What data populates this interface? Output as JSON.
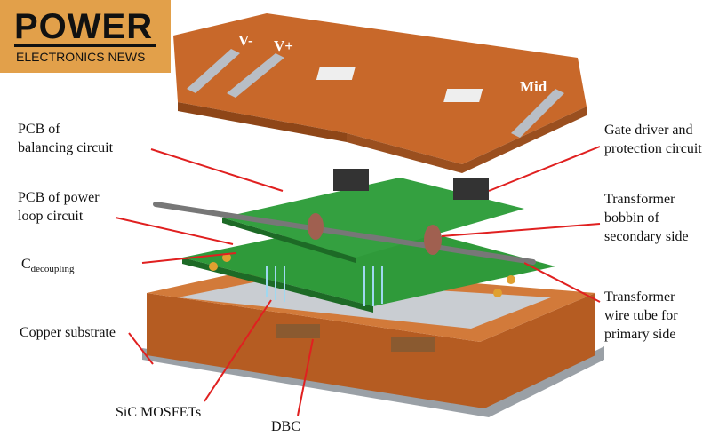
{
  "logo": {
    "line1": "POWER",
    "line2": "ELECTRONICS NEWS"
  },
  "terminals": {
    "v_minus": "V-",
    "v_plus": "V+",
    "mid": "Mid"
  },
  "labels": {
    "pcb_balancing": [
      "PCB of",
      "balancing  circuit"
    ],
    "pcb_power_loop": [
      "PCB of power",
      "loop circuit"
    ],
    "c_decoupling": {
      "main": "C",
      "sub": "decoupling"
    },
    "copper_substrate": "Copper substrate",
    "sic_mosfets": "SiC MOSFETs",
    "dbc": "DBC",
    "gate_driver": [
      "Gate driver and",
      "protection circuit"
    ],
    "transformer_bobbin": [
      "Transformer",
      "bobbin of",
      "secondary side"
    ],
    "transformer_wire_tube": [
      "Transformer",
      "wire tube for",
      "primary side"
    ]
  },
  "colors": {
    "copper": "#c8682a",
    "pcb": "#2f9a3a",
    "leader": "#e02020",
    "logo_bg": "#e2a04a"
  }
}
